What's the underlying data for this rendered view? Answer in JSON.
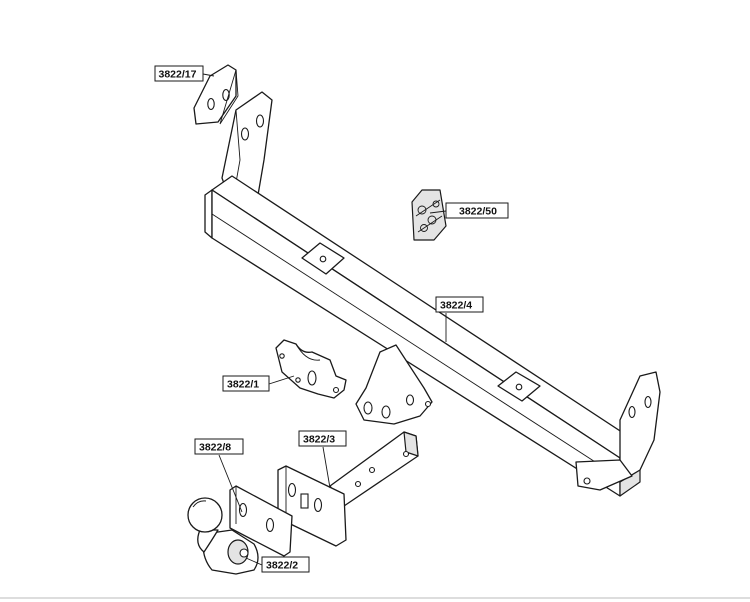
{
  "parts": [
    {
      "id": "p17",
      "label": "3822/17"
    },
    {
      "id": "p50",
      "label": "3822/50"
    },
    {
      "id": "p4",
      "label": "3822/4"
    },
    {
      "id": "p1",
      "label": "3822/1"
    },
    {
      "id": "p8",
      "label": "3822/8"
    },
    {
      "id": "p3",
      "label": "3822/3"
    },
    {
      "id": "p2",
      "label": "3822/2"
    }
  ]
}
